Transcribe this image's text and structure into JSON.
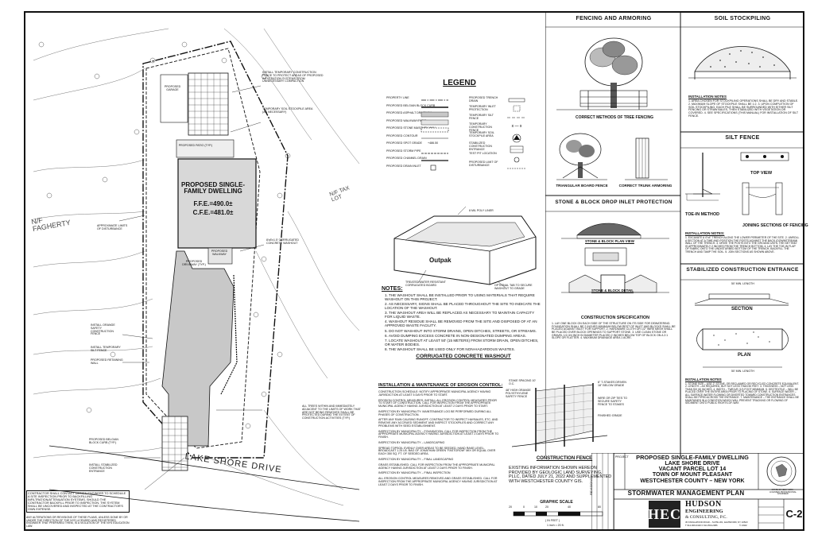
{
  "site_plan": {
    "building_title": "PROPOSED SINGLE-FAMILY DWELLING",
    "ffe": "F.F.E.=490.0±",
    "cfe": "C.F.E.=481.0±",
    "proposed_garage": "PROPOSED GARAGE",
    "proposed_patio": "PROPOSED PATIO (TYP.)",
    "proposed_walkway": "PROPOSED WALKWAY",
    "proposed_driveway": "PROPOSED DRIVEWAY (TYP.)",
    "street_name": "LAKE SHORE DRIVE",
    "neighbor_left": "N/F FAGHERTY",
    "neighbor_right": "N/F TAX LOT",
    "callouts": [
      "INSTALL TEMPORARY CONSTRUCTION FENCE TO PROTECT AREAS OF PROPOSED INFILTRATION SYSTEMS FROM UNNECESSARY COMPACTION",
      "TEMPORARY SOIL STOCKPILE AREA (AS NECESSARY)",
      "APPROXIMATE LIMITS OF DISTURBANCE",
      "8'x8'x1.5' CORRUGATED CONCRETE WASHOUT",
      "INSTALL ORANGE SAFETY CONSTRUCTION FENCE",
      "INSTALL TEMPORARY SILT FENCE",
      "PROPOSED RETAINING WALL",
      "ALL TREES WITHIN AND IMMEDIATELY ADJACENT TO THE LIMITS OF WORK THAT ARE NOT BEING REMOVED SHALL BE PROTECTED DURING THE EXTENT OF CONSTRUCTION ACTIVITIES (TYP.)",
      "PROPOSED BELGIAN BLOCK CURB (TYP.)",
      "INSTALL STABILIZED CONSTRUCTION ENTRANCE"
    ],
    "contractor_note": "CONTRACTOR SHALL CONTACT DESIGN ENGINEER TO SCHEDULE A SITE INSPECTION PRIOR TO BACKFILLING INFILTRATION/ATTENUATION SYSTEMS. SHOULD THE CONTRACTOR BACKFILL PRIOR TO INSPECTION, THE SYSTEM SHALL BE UNCOVERED AND INSPECTED AT THE CONTRACTOR'S OWN EXPENSE.",
    "alteration_note": "ANY ALTERATIONS OR REVISIONS OF THESE PLANS, UNLESS DONE BY OR UNDER THE DIRECTION OF THE NYS LICENSED AND REGISTERED ENGINEER THAT PREPARED THEM, IS A VIOLATION OF THE NYS EDUCATION LAW."
  },
  "legend": {
    "title": "LEGEND",
    "left_items": [
      "PROPERTY LINE",
      "PROPOSED BELGIAN BLOCK CURB",
      "PROPOSED ASPHALT DRIVEWAY",
      "PROPOSED WALKWAY/PATIO",
      "PROPOSED STONE MASONRY WALL",
      "PROPOSED CONTOUR",
      "PROPOSED SPOT GRADE",
      "PROPOSED STORM PIPE",
      "PROPOSED CHANNEL DRAIN",
      "PROPOSED DRAIN INLET"
    ],
    "right_items": [
      "PROPOSED TRENCH DRAIN",
      "TEMPORARY INLET PROTECTION",
      "TEMPORARY SILT FENCE",
      "TEMPORARY CONSTRUCTION FENCE",
      "TEMPORARY SOIL STOCKPILE AREA",
      "STABILIZED CONSTRUCTION ENTRANCE",
      "TEST PIT LOCATION",
      "PROPOSED LIMIT OF DISTURBANCE"
    ],
    "spot_grade_value": "+486.50"
  },
  "washout": {
    "poly_label": "8 MIL POLY LINER",
    "brand": "Outpak",
    "bottom_left_label": "TREATED WATER RESISTANT CORRUGATED BOARD",
    "bottom_right_label": "OPTIONAL TAB TO SECURE WASHOUT TO GRADE",
    "notes_title": "NOTES:",
    "notes": [
      "1. THE WASHOUT SHALL BE INSTALLED PRIOR TO USING MATERIALS THAT REQUIRE WASHOUT ON THIS PROJECT.",
      "2. AS NECESSARY, SIGNS SHALL BE PLACED THROUGHOUT THE SITE TO INDICATE THE LOCATION OF THE WASHOUT.",
      "3. THE WASHOUT AREA WILL BE REPLACED AS NECESSARY TO MAINTAIN CAPACITY FOR LIQUID WASTE.",
      "4. WASHOUT RESIDUE SHALL BE REMOVED FROM THE SITE AND DISPOSED OF AT AN APPROVED WASTE FACILITY.",
      "5. DO NOT WASHOUT INTO STORM DRAINS, OPEN DITCHES, STREETS, OR STREAMS.",
      "6. AVOID DUMPING EXCESS CONCRETE IN NON-DESIGNATED DUMPING AREAS.",
      "7. LOCATE WASHOUT AT LEAST 50' (15 METERS) FROM STORM DRAIN, OPEN DITCHES, OR WATER BODIES.",
      "8. THE WASHOUT SHALL BE USED ONLY FOR NON-HAZARDOUS WASTES."
    ],
    "caption": "CORRUGATED CONCRETE WASHOUT"
  },
  "erosion": {
    "title": "INSTALLATION & MAINTENANCE OF EROSION CONTROL:",
    "paragraphs": [
      "CONSTRUCTION SCHEDULE: NOTIFY APPROPRIATE MUNICIPAL AGENCY HAVING JURISDICTION AT LEAST 5 DAYS PRIOR TO START.",
      "EROSION CONTROL MEASURES: INSTALL ALL EROSION CONTROL MEASURES PRIOR TO START OF CONSTRUCTION. CALL FOR INSPECTION FROM THE APPROPRIATE MUNICIPAL AGENCY HAVING JURISDICTION AT LEAST 2 DAYS PRIOR TO START.",
      "INSPECTION BY MUNICIPALITY: MAINTENANCE LOG BE PERFORMED DURING ALL PHASES OF CONSTRUCTION.",
      "AFTER ANY RAIN CAUSING RUNOFF, CONTRACTOR TO INSPECT HAYBALES, ETC. AND REMOVE ANY ACCRUED SEDIMENT AND INSPECT STOCKPILES AND CORRECT ANY PROBLEMS WITH SEED ESTABLISHMENT.",
      "INSPECTION BY MUNICIPALITY – FOUNDATION: CALL FOR INSPECTION FROM THE APPROPRIATE MUNICIPAL AGENCY HAVING JURISDICTION AT LEAST 2 DAYS PRIOR TO FINISH.",
      "INSPECTION BY MUNICIPALITY – LANDSCAPING",
      "SPREAD TOPSOIL EVENLY OVER AREAS TO BE SEEDED. HAND RAKE LEVEL. BROADCAST 1.25 LB. BAG OF JONATHAN GREEN \"FASTGROW\" MIX OR EQUAL OVER EACH 350 SQ. FT. OF SEEDED AREA.",
      "INSPECTION BY MUNICIPALITY – FINAL LANDSCAPING",
      "GRASS ESTABLISHED: CALL FOR INSPECTION FROM THE APPROPRIATE MUNICIPAL AGENCY HAVING JURISDICTION AT LEAST 2 DAYS PRIOR TO FINISH.",
      "INSPECTION BY MUNICIPALITY – FINAL INSPECTION",
      "ALL EROSION CONTROL MEASURES REMOVED AND GRASS ESTABLISHED. CALL FOR INSPECTION FROM THE APPROPRIATE MUNICIPAL AGENCY HAVING JURISDICTION AT LEAST 2 DAYS PRIOR TO FINISH."
    ]
  },
  "construction_fence": {
    "labels": [
      "STAKE SPACING 10' O.C.",
      "48\" HIGH ORANGE POLYETHYLENE SAFETY FENCE",
      "6'' T-STAKES DRIVEN 18'' BELOW GRADE",
      "WIRE OR ZIP TIES TO SECURE SAFETY FENCE TO STAKES",
      "FINISHED GRADE"
    ],
    "caption": "CONSTRUCTION FENCE"
  },
  "survey_note": "EXISTING INFORMATION SHOWN HEREON PROVIDED BY GEOLOGIC LAND SURVEYING, PLLC, DATED JULY 21, 2022 AND SUPPLEMENTED WITH WESTCHESTER COUNTY GIS.",
  "graphic_scale": {
    "title": "GRAPHIC SCALE",
    "ticks": [
      "20",
      "0",
      "10",
      "20",
      "40",
      "80"
    ],
    "units": "( IN FEET )",
    "ratio": "1 inch = 20 ft."
  },
  "fencing": {
    "title": "FENCING AND ARMORING",
    "caption1": "CORRECT METHODS OF TREE FENCING",
    "caption2": "TRIANGULAR BOARD FENCE",
    "caption3": "CORRECT TRUNK ARMORING"
  },
  "soil": {
    "title": "SOIL STOCKPILING",
    "notes_title": "INSTALLATION NOTES",
    "notes": "1. AREA CHOSEN FOR STOCKPILING OPERATIONS SHALL BE DRY AND STABLE. 2. MAXIMUM SLOPE OF STOCKPILE SHALL BE 1:2. 3. UPON COMPLETION OF SOIL STOCKPILING, EACH PILE SHALL BE SURROUNDED WITH EITHER SILT FENCING OR STRAW BALES, THEN STABILIZED WITH VEGETATION OR COVERED. 4. SEE SPECIFICATIONS (THIS MANUAL) FOR INSTALLATION OF SILT FENCE."
  },
  "silt": {
    "title": "SILT FENCE",
    "top_view": "TOP VIEW",
    "toe_in": "TOE-IN METHOD",
    "joining": "JOINING SECTIONS OF FENCING",
    "notes_title": "INSTALLATION NOTES:",
    "notes": "1. EXCAVATE A 4\"x4\" TRENCH ALONG THE LOWER PERIMETER OF THE SITE. 2. UNROLL A SECTION AT A TIME AND POSITION THE POSTS AGAINST THE BACK (DOWNSTREAM) WALL OF THE TRENCH. 3. DRIVE THE POSTS INTO THE GROUND UNTIL THE NETTING IS APPROXIMATELY 2 INCHES FROM THE TRENCH BOTTOM. 4. LAY THE TOE-IN FLAP OF FABRIC ONTO THE UNDISTURBED BOTTOM OF THE TRENCH, BACKFILL THE TRENCH AND TAMP THE SOIL. 5. JOIN SECTIONS AS SHOWN ABOVE."
  },
  "drop_inlet": {
    "title": "STONE & BLOCK DROP INLET PROTECTION",
    "plan_view": "STONE & BLOCK PLAN VIEW",
    "detail": "STONE & BLOCK DETAIL",
    "spec_title": "CONSTRUCTION SPECIFICATION",
    "spec": "1. LAY ONE BLOCK ON EACH SIDE OF THE STRUCTURE ON ITS SIDE FOR DEWATERING. FOUNDATION SHALL BE 2 INCHES MINIMUM BELOW REST OF INLET AND BLOCKS SHALL BE PLACED AGAINST INLET FOR SUPPORT. 2. HARDWARE CLOTH OR 1/2\" WIRE MESH SHALL BE PLACED OVER BLOCK OPENINGS TO SUPPORT STONE. 3. USE CLEAN STONE OR GRAVEL 1/2-3/4 INCH IN DIAMETER PLACED 2 INCHES BELOW TOP OF BLOCK ON A 2:1 SLOPE OR FLATTER. 4. MAXIMUM DRAINAGE AREA 1 ACRE."
  },
  "sce": {
    "title": "STABILIZED CONSTRUCTION ENTRANCE",
    "section": "SECTION",
    "plan": "PLAN",
    "dim_top": "50' MIN. LENGTH",
    "dim_bottom": "50' MIN. LENGTH",
    "notes_title": "INSTALLATION NOTES",
    "notes": "1. STONE SIZE – USE 2\" STONE, OR RECLAIMED OR RECYCLED CONCRETE EQUIVALENT. 2. LENGTH – AS REQUIRED, BUT NOT LESS THAN 50 FEET. 3. THICKNESS – NOT LESS THAN SIX (6) INCHES. 4. WIDTH – TWELVE (12) FOOT MINIMUM. 5. GEOTEXTILE – WILL BE PLACED OVER THE ENTIRE AREA PRIOR TO PLACING OF STONE. 6. SURFACE WATER – ALL SURFACE WATER FLOWING OR DIVERTED TOWARD CONSTRUCTION ENTRANCES SHALL BE PIPED ACROSS THE ENTRANCE. 7. MAINTENANCE – THE ENTRANCE SHALL BE MAINTAINED IN A CONDITION WHICH WILL PREVENT TRACKING OR FLOWING OF SEDIMENT ONTO PUBLIC RIGHTS-OF-WAY."
  },
  "title_block": {
    "project_label": "PROJECT",
    "project_lines": [
      "PROPOSED SINGLE-FAMILY DWELLING",
      "LAKE SHORE DRIVE",
      "VACANT PARCEL LOT 14",
      "TOWN OF MOUNT PLEASANT",
      "WESTCHESTER COUNTY – NEW YORK"
    ],
    "drawing_title": "STORMWATER MANAGEMENT PLAN",
    "logo": "HEC",
    "firm_name": "HUDSON",
    "firm_line2": "ENGINEERING",
    "firm_line3": "& CONSULTING, P.C.",
    "firm_address": "45 KNOLLWOOD ROAD – SUITE 201, ELMSFORD, NY 10523",
    "firm_phone": "T 914-909-0420  F 914-560-2086",
    "copyright": "© 2022",
    "sheet_number": "C-2",
    "revision_header": "REVISIONS",
    "stamp_text": "STATE OF NEW YORK · LICENSED PROFESSIONAL ENGINEER"
  },
  "colors": {
    "ink": "#111111",
    "pavement": "#c8c8c8",
    "building": "#d8d8d8",
    "hatch": "#555555"
  }
}
